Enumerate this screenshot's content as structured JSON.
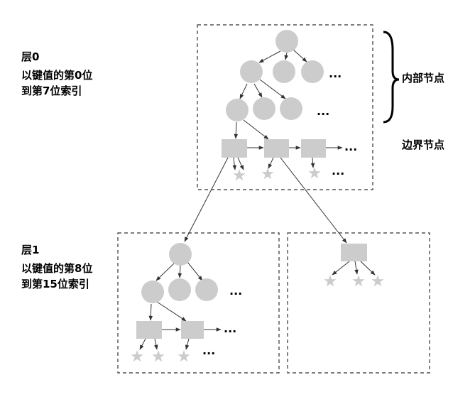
{
  "labels": {
    "layer0_title": "层0",
    "layer0_line1": "以键值的第0位",
    "layer0_line2": "到第7位索引",
    "layer1_title": "层1",
    "layer1_line1": "以键值的第8位",
    "layer1_line2": "到第15位索引",
    "internal_nodes": "内部节点",
    "boundary_nodes": "边界节点"
  },
  "ellipsis": "...",
  "colors": {
    "node_fill": "#cccccc",
    "edge": "#333333",
    "box_border": "#333333",
    "brace": "#000000"
  }
}
